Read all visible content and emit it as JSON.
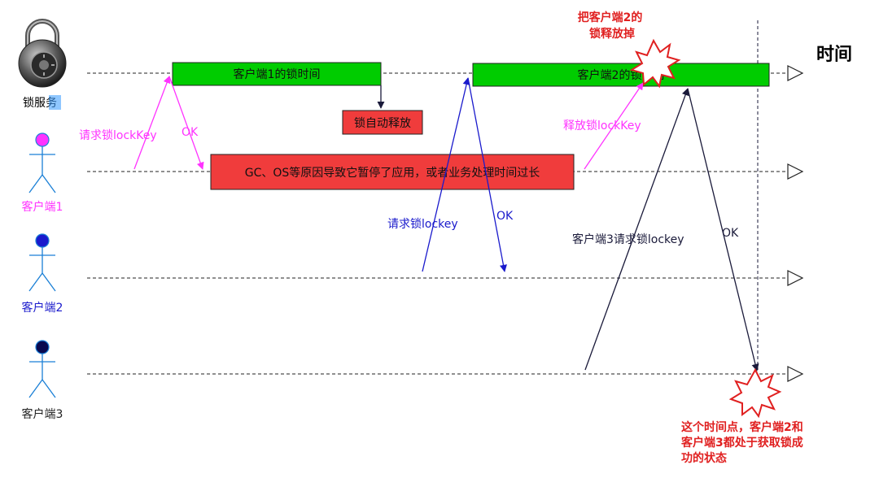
{
  "title": "时间",
  "lock_service_label_pre": "锁服",
  "lock_service_label_hl": "务",
  "actors": {
    "client1": "客户端1",
    "client2": "客户端2",
    "client3": "客户端3"
  },
  "boxes": {
    "client1_lock_time": "客户端1的锁时间",
    "client2_lock_time": "客户端2的锁时间",
    "auto_release": "锁自动释放",
    "gc_pause": "GC、OS等原因导致它暂停了应用，或者业务处理时间过长"
  },
  "labels": {
    "c1_request": "请求锁lockKey",
    "c1_ok": "OK",
    "c1_release": "释放锁lockKey",
    "c2_request": "请求锁lockey",
    "c2_ok": "OK",
    "c3_request": "客户端3请求锁lockey",
    "c3_ok": "OK"
  },
  "annotations": {
    "release_c2_line1": "把客户端2的",
    "release_c2_line2": "锁释放掉",
    "conclusion_line1": "这个时间点，客户端2和",
    "conclusion_line2": "客户端3都处于获取锁成",
    "conclusion_line3": "功的状态"
  },
  "colors": {
    "green": "#00cc00",
    "red": "#f03c3c",
    "magenta": "#ff33ff",
    "blue": "#1a1acc",
    "dark": "#1a1a3a",
    "annotation_red": "#e02020",
    "highlight": "#3399ff"
  }
}
